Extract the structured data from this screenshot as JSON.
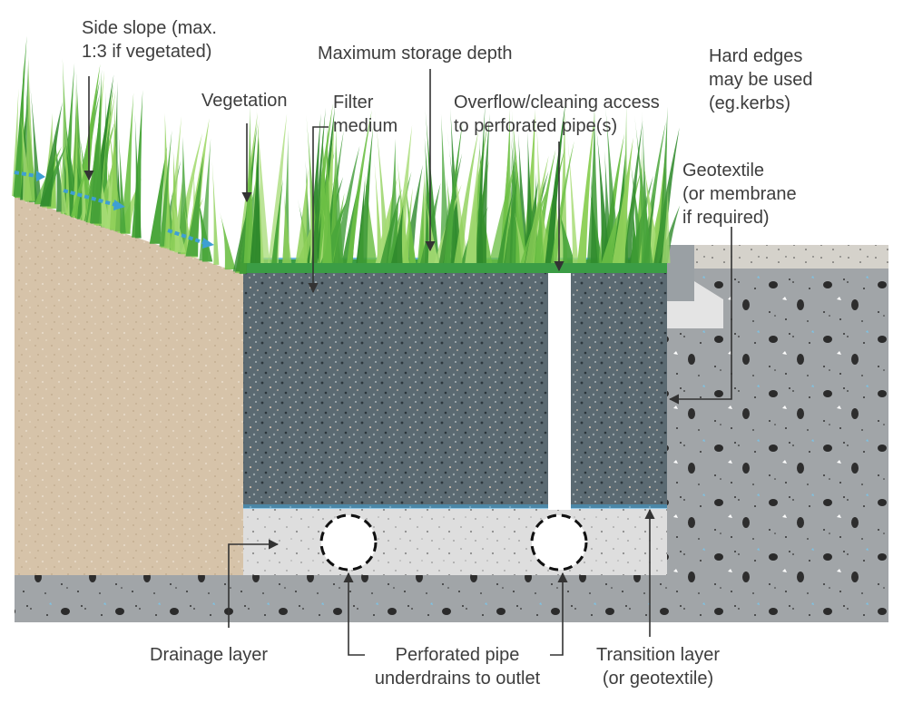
{
  "labels": {
    "side_slope": "Side slope (max.\n1:3 if vegetated)",
    "max_storage": "Maximum storage depth",
    "hard_edges": "Hard edges\nmay be used\n(eg.kerbs)",
    "vegetation": "Vegetation",
    "filter_medium": "Filter\nmedium",
    "overflow": "Overflow/cleaning access\nto perforated pipe(s)",
    "geotextile": "Geotextile\n(or membrane\nif required)",
    "drainage": "Drainage layer",
    "perforated_pipe": "Perforated pipe\nunderdrains to outlet",
    "transition": "Transition layer\n(or geotextile)"
  },
  "colors": {
    "sand": "#d8c5ac",
    "filter": "#5b6a72",
    "drainage": "#dcdcdc",
    "native_soil": "#9fa3a6",
    "concrete": "#d6d3cc",
    "grass": "#3f9a35",
    "water": "#3e9fd3",
    "leader": "#333333",
    "text": "#3d3d3d"
  }
}
